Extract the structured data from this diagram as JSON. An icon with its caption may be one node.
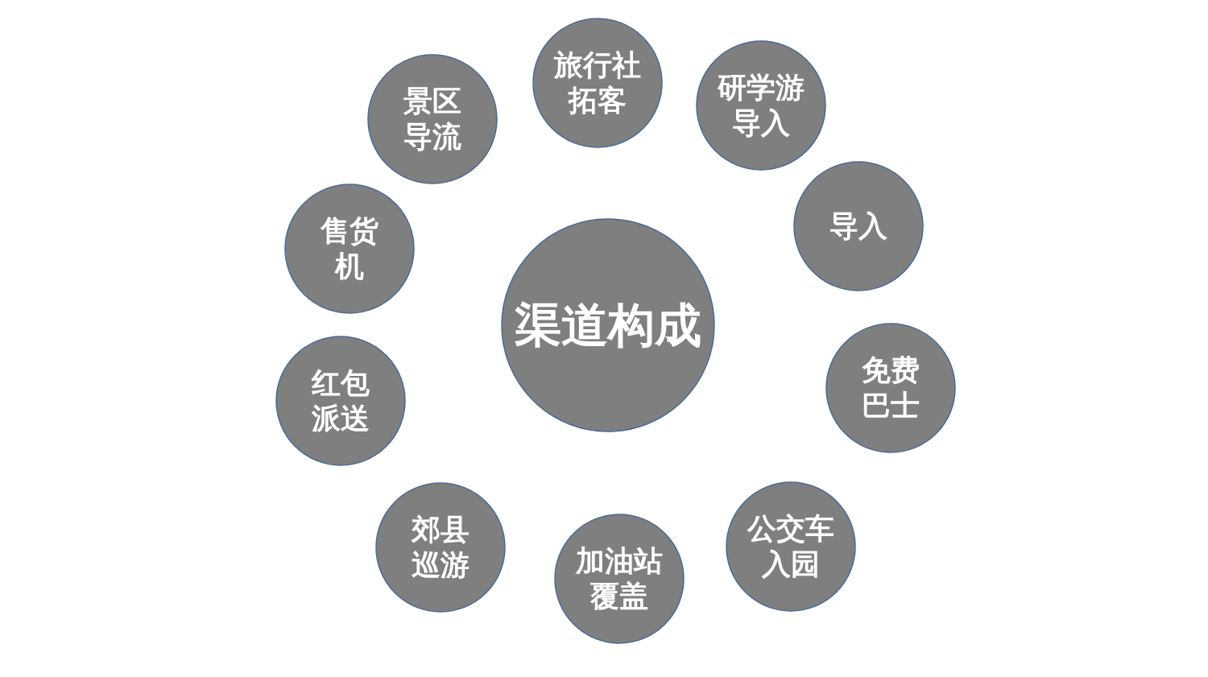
{
  "diagram": {
    "nodes": [
      {
        "text": [
          "渠道构成"
        ]
      },
      {
        "text": [
          "旅行社拓客"
        ]
      },
      {
        "text": [
          "研学游导入"
        ]
      },
      {
        "text": [
          "导入"
        ]
      },
      {
        "text": [
          "免费巴士"
        ]
      },
      {
        "text": [
          "公交车入园"
        ]
      },
      {
        "text": [
          "加油站覆盖"
        ]
      },
      {
        "text": [
          "郊县巡游"
        ]
      },
      {
        "text": [
          "红包派送"
        ]
      },
      {
        "text": [
          "售货机"
        ]
      },
      {
        "text": [
          "景区导流"
        ]
      }
    ]
  }
}
